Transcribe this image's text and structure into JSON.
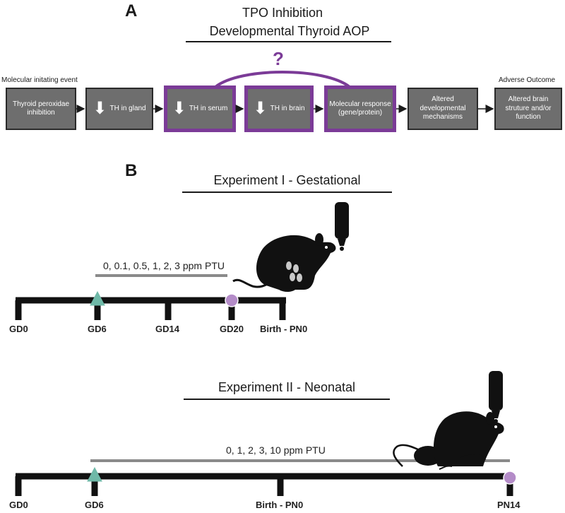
{
  "panelA": {
    "letter": "A",
    "title_line1": "TPO Inhibition",
    "title_line2": "Developmental Thyroid AOP",
    "question_mark": "?",
    "mie_label": "Molecular initating event",
    "ao_label": "Adverse Outcome",
    "boxes": [
      {
        "text": "Thyroid peroxidae inhibition",
        "arrow": false
      },
      {
        "text": "TH in gland",
        "arrow": true
      },
      {
        "text": "TH in serum",
        "arrow": true
      },
      {
        "text": "TH in brain",
        "arrow": true
      },
      {
        "text": "Molecular response (gene/protein)",
        "arrow": false
      },
      {
        "text": "Altered developmental mechanisms",
        "arrow": false
      },
      {
        "text": "Altered brain struture and/or function",
        "arrow": false
      }
    ],
    "highlight_color": "#7b3b97",
    "box_color": "#6e6e6e"
  },
  "panelB": {
    "letter": "B",
    "exp1": {
      "title": "Experiment I - Gestational",
      "treatment": "0, 0.1, 0.5, 1, 2, 3 ppm PTU",
      "ticks": [
        "GD0",
        "GD6",
        "GD14",
        "GD20",
        "Birth - PN0"
      ]
    },
    "exp2": {
      "title": "Experiment II - Neonatal",
      "treatment": "0, 1, 2, 3, 10 ppm PTU",
      "ticks": [
        "GD0",
        "GD6",
        "Birth - PN0",
        "PN14"
      ]
    },
    "marker_start_color": "#6fb9a8",
    "marker_end_color": "#b48cc8"
  }
}
